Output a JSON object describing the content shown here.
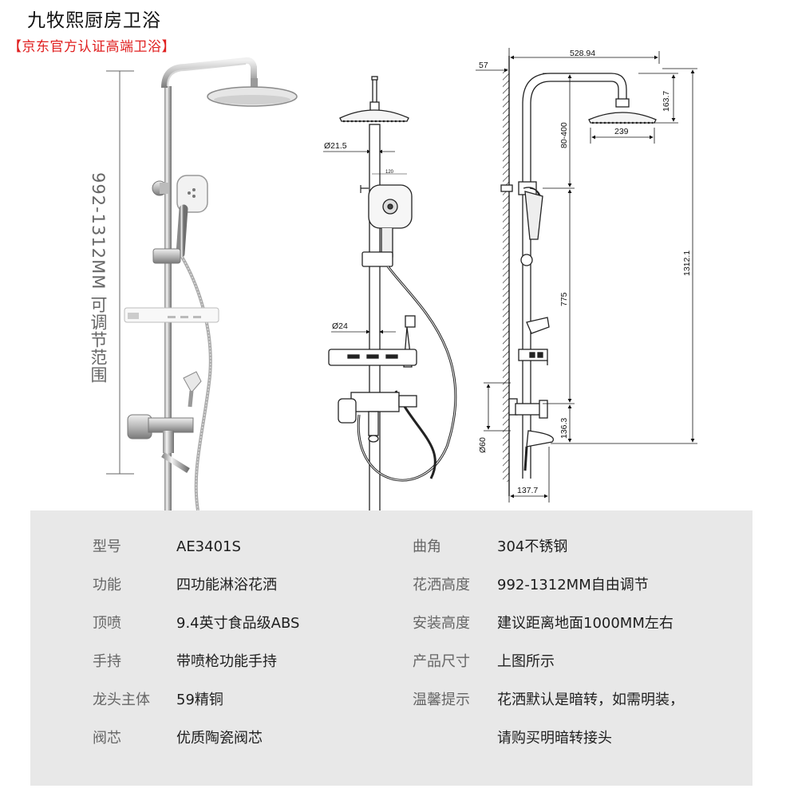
{
  "header": {
    "brand": "九牧熙厨房卫浴",
    "sub": "【京东官方认证高端卫浴】"
  },
  "product": {
    "range_label": "992-1312MM 可调节范围"
  },
  "diagram": {
    "d_top_head": "Ø21.5",
    "d_pipe": "Ø24",
    "hand_width": "120",
    "wall_offset": "57",
    "reach": "528.94",
    "head_height": "163.7",
    "head_dia": "239",
    "adj_range": "80-400",
    "total_height": "1312.1",
    "slide_length": "775",
    "mixer_height": "136.3",
    "mixer_dia": "Ø60",
    "wall_depth": "137.7"
  },
  "specs": {
    "left": [
      {
        "k": "型号",
        "v": "AE3401S"
      },
      {
        "k": "功能",
        "v": "四功能淋浴花洒"
      },
      {
        "k": "顶喷",
        "v": "9.4英寸食品级ABS"
      },
      {
        "k": "手持",
        "v": "带喷枪功能手持"
      },
      {
        "k": "龙头主体",
        "v": "59精铜"
      },
      {
        "k": "阀芯",
        "v": "优质陶瓷阀芯"
      }
    ],
    "right": [
      {
        "k": "曲角",
        "v": "304不锈钢"
      },
      {
        "k": "花洒高度",
        "v": "992-1312MM自由调节"
      },
      {
        "k": "安装高度",
        "v": "建议距离地面1000MM左右"
      },
      {
        "k": "产品尺寸",
        "v": "上图所示"
      },
      {
        "k": "温馨提示",
        "v": "花洒默认是暗转，如需明装，"
      },
      {
        "k": "",
        "v": "请购买明暗转接头"
      }
    ]
  }
}
